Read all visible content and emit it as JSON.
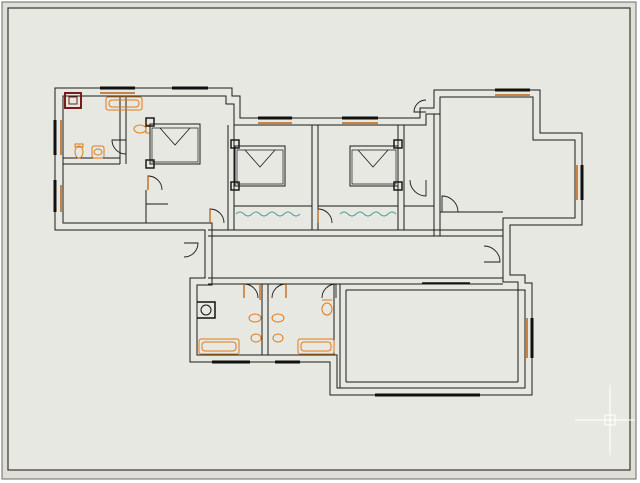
{
  "window": {
    "title": ""
  },
  "colors": {
    "paper": "#e8e8e2",
    "wall": "#1a1a1a",
    "fixture_orange": "#e07a1a",
    "window_accent": "#c06010",
    "glass": "#5aa0a0",
    "stove_red": "#7a1a1a"
  },
  "drawing": {
    "rooms": [
      {
        "name": "bedroom-1",
        "label": ""
      },
      {
        "name": "ensuite-1",
        "label": ""
      },
      {
        "name": "bedroom-2",
        "label": ""
      },
      {
        "name": "bedroom-3",
        "label": ""
      },
      {
        "name": "corridor",
        "label": ""
      },
      {
        "name": "lounge-east",
        "label": ""
      },
      {
        "name": "bathroom-a",
        "label": ""
      },
      {
        "name": "bathroom-b",
        "label": ""
      },
      {
        "name": "garage",
        "label": ""
      }
    ],
    "icons": [
      "bed-icon",
      "bathtub-icon",
      "toilet-icon",
      "sink-icon",
      "stove-icon",
      "door-swing-icon",
      "ucs-crosshair-icon"
    ]
  }
}
